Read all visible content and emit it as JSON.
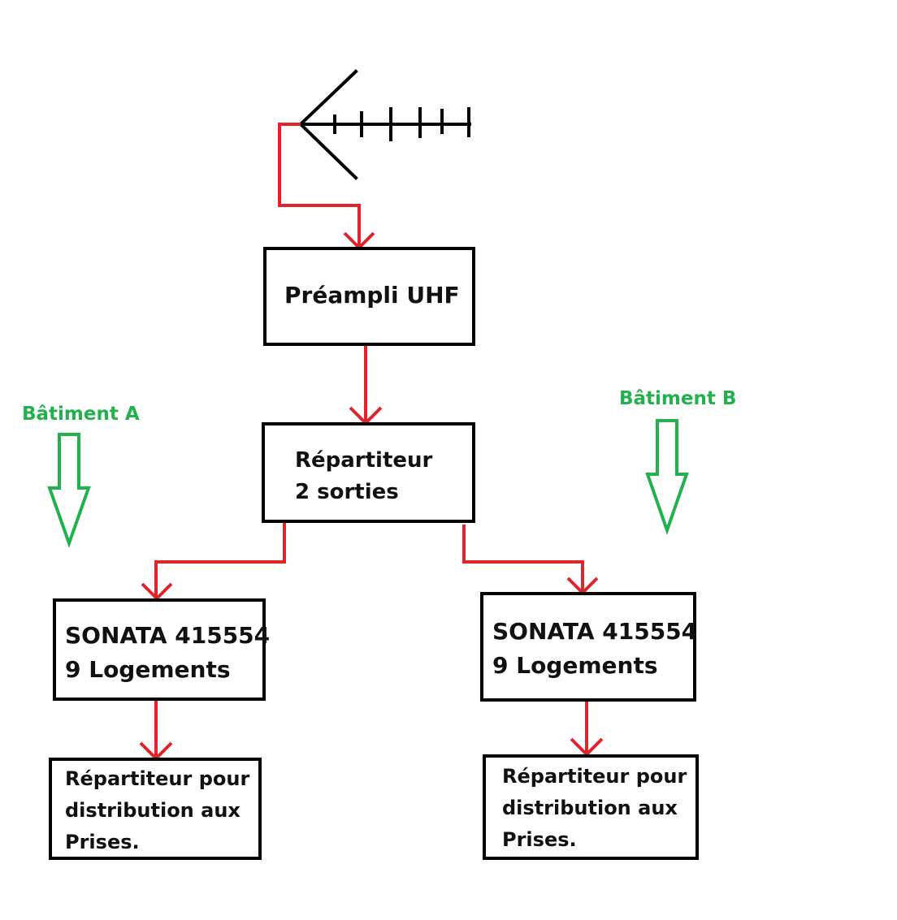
{
  "preamp": {
    "label": "Préampli UHF"
  },
  "splitter": {
    "line1": "Répartiteur",
    "line2": "2 sorties"
  },
  "building_a": {
    "label": "Bâtiment A",
    "sonata": {
      "line1": "SONATA 415554",
      "line2": "9 Logements"
    },
    "distribution": {
      "line1": "Répartiteur pour",
      "line2": "distribution aux",
      "line3": "Prises."
    }
  },
  "building_b": {
    "label": "Bâtiment B",
    "sonata": {
      "line1": "SONATA 415554",
      "line2": "9 Logements"
    },
    "distribution": {
      "line1": "Répartiteur pour",
      "line2": "distribution aux",
      "line3": "Prises."
    }
  },
  "colors": {
    "connector": "#e0242b",
    "building_label": "#22b14c",
    "box_border": "#000000"
  }
}
